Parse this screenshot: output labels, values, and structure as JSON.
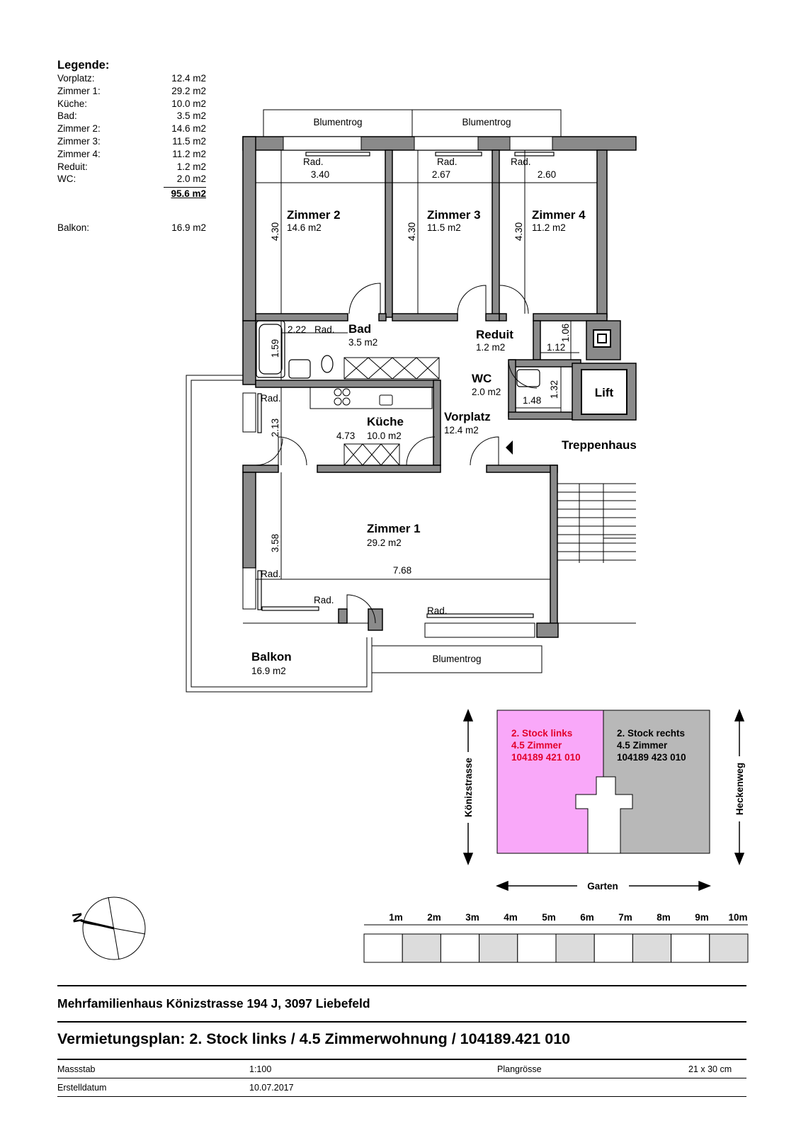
{
  "legend": {
    "title": "Legende:",
    "rows": [
      {
        "label": "Vorplatz:",
        "value": "12.4 m2"
      },
      {
        "label": "Zimmer 1:",
        "value": "29.2 m2"
      },
      {
        "label": "Küche:",
        "value": "10.0 m2"
      },
      {
        "label": "Bad:",
        "value": "3.5 m2"
      },
      {
        "label": "Zimmer 2:",
        "value": "14.6 m2"
      },
      {
        "label": "Zimmer 3:",
        "value": "11.5 m2"
      },
      {
        "label": "Zimmer 4:",
        "value": "11.2 m2"
      },
      {
        "label": "Reduit:",
        "value": "1.2 m2"
      },
      {
        "label": "WC:",
        "value": "2.0 m2"
      }
    ],
    "total": "95.6 m2",
    "balkon_label": "Balkon:",
    "balkon_value": "16.9 m2"
  },
  "plan": {
    "blumentrog": "Blumentrog",
    "rad": "Rad.",
    "rooms": {
      "zimmer2": {
        "name": "Zimmer 2",
        "area": "14.6 m2"
      },
      "zimmer3": {
        "name": "Zimmer 3",
        "area": "11.5 m2"
      },
      "zimmer4": {
        "name": "Zimmer 4",
        "area": "11.2 m2"
      },
      "bad": {
        "name": "Bad",
        "area": "3.5 m2"
      },
      "reduit": {
        "name": "Reduit",
        "area": "1.2 m2"
      },
      "wc": {
        "name": "WC",
        "area": "2.0 m2"
      },
      "kueche": {
        "name": "Küche",
        "area": "10.0 m2"
      },
      "vorplatz": {
        "name": "Vorplatz",
        "area": "12.4 m2"
      },
      "zimmer1": {
        "name": "Zimmer 1",
        "area": "29.2 m2"
      },
      "balkon": {
        "name": "Balkon",
        "area": "16.9 m2"
      }
    },
    "treppenhaus": "Treppenhaus",
    "lift": "Lift",
    "dims": {
      "z2_w": "3.40",
      "z3_w": "2.67",
      "z4_w": "2.60",
      "z2_h": "4.30",
      "z3_h": "4.30",
      "z4_h": "4.30",
      "bad_w": "2.22",
      "bad_h": "1.59",
      "reduit_w": "1.12",
      "reduit_h": "1.06",
      "wc_w": "1.48",
      "wc_h": "1.32",
      "kueche_w": "4.73",
      "kueche_h": "2.13",
      "z1_w": "7.68",
      "z1_h": "3.58"
    }
  },
  "keyplan": {
    "left_unit": {
      "line1": "2. Stock links",
      "line2": "4.5 Zimmer",
      "line3": "104189 421 010"
    },
    "right_unit": {
      "line1": "2. Stock rechts",
      "line2": "4.5 Zimmer",
      "line3": "104189 423 010"
    },
    "street_left": "Könizstrasse",
    "street_right": "Heckenweg",
    "bottom": "Garten",
    "colors": {
      "highlight": "#f9a8f9",
      "other": "#b8b8b8",
      "highlight_text": "#e3002b"
    }
  },
  "compass": {
    "label": "N"
  },
  "scalebar": {
    "labels": [
      "1m",
      "2m",
      "3m",
      "4m",
      "5m",
      "6m",
      "7m",
      "8m",
      "9m",
      "10m"
    ]
  },
  "footer": {
    "address": "Mehrfamilienhaus Könizstrasse 194 J, 3097 Liebefeld",
    "title": "Vermietungsplan: 2. Stock links / 4.5 Zimmerwohnung / 104189.421 010",
    "massstab_label": "Massstab",
    "massstab_value": "1:100",
    "plangroesse_label": "Plangrösse",
    "plangroesse_value": "21 x 30 cm",
    "erstelldatum_label": "Erstelldatum",
    "erstelldatum_value": "10.07.2017"
  }
}
